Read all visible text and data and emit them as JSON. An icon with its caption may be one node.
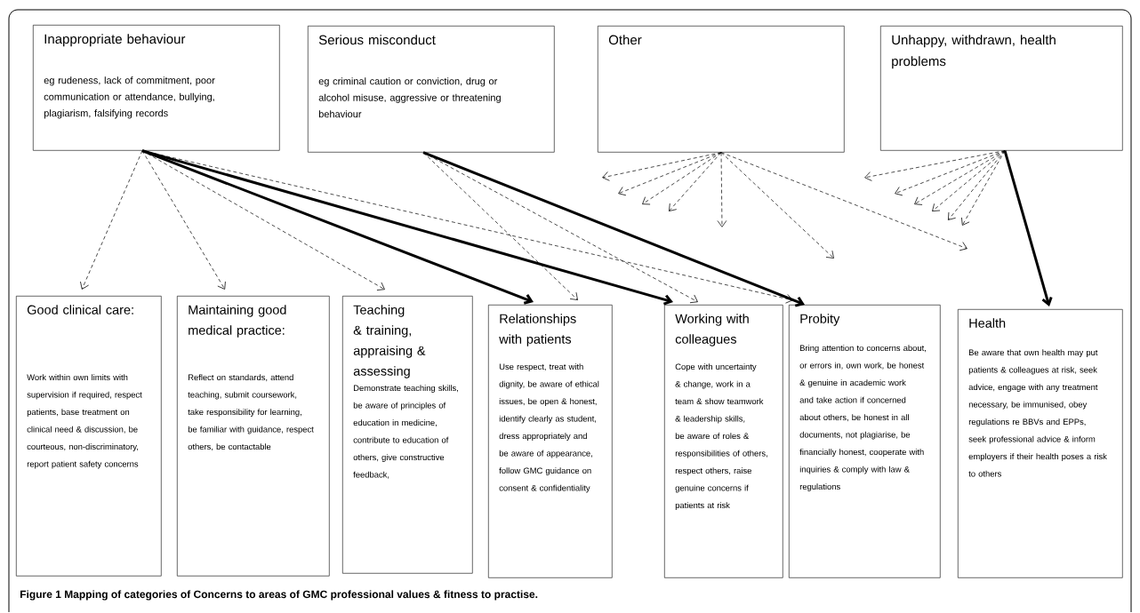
{
  "diagram": {
    "caption": "Figure 1 Mapping of categories of Concerns to areas of GMC professional values & fitness to practise.",
    "nodes": [
      {
        "text": [
          "Inappropriate behaviour",
          "eg rudeness, lack of commitment, poor communication or attendance, bullying, plagiarism, falsifying records"
        ]
      },
      {
        "text": [
          "Serious misconduct",
          "eg criminal caution or conviction, drug or alcohol misuse, aggressive or threatening behaviour"
        ]
      },
      {
        "text": [
          "Other"
        ]
      },
      {
        "text": [
          "Unhappy, withdrawn, health problems"
        ]
      },
      {
        "text": [
          "Good clinical care:",
          "Work within own limits with supervision if required, respect patients, base treatment on clinical need & discussion, be courteous, non-discriminatory, report patient safety concerns"
        ]
      },
      {
        "text": [
          "Maintaining good medical practice:",
          "Reflect on standards, attend teaching, submit coursework, take responsibility for learning, be familiar with guidance, respect others, be contactable"
        ]
      },
      {
        "text": [
          "Teaching & training, appraising & assessing",
          "Demonstrate teaching skills, be aware of principles of education in medicine, contribute to education of others, give constructive feedback,"
        ]
      },
      {
        "text": [
          "Relationships with patients",
          "Use respect, treat with dignity, be aware of ethical issues, be open & honest, identify clearly as student, dress appropriately and be aware of appearance, follow GMC guidance on consent & confidentiality"
        ]
      },
      {
        "text": [
          "Working with colleagues",
          "Cope with uncertainty & change, work in a team & show teamwork & leadership skills, be aware of roles & responsibilities of others, respect others, raise genuine concerns if patients at risk"
        ]
      },
      {
        "text": [
          "Probity",
          "Bring attention to concerns about, or errors in, own work, be honest & genuine in academic work and take action if concerned about others, be honest in all documents, not plagiarise, be financially honest, cooperate with inquiries & comply with law & regulations"
        ]
      },
      {
        "text": [
          "Health",
          "Be aware that own health may put patients & colleagues at risk, seek advice, engage with any treatment necessary, be immunised, obey regulations re BBVs and EPPs, seek professional advice & inform employers if their health poses a risk to others"
        ]
      }
    ],
    "edges": [
      {
        "from": 0,
        "to": 4,
        "arrow": "to",
        "style": "dashed"
      },
      {
        "from": 0,
        "to": 5,
        "arrow": "to",
        "style": "dashed"
      },
      {
        "from": 0,
        "to": 6,
        "arrow": "to",
        "style": "dashed"
      },
      {
        "from": 0,
        "to": 7,
        "arrow": "to",
        "style": "thick"
      },
      {
        "from": 0,
        "to": 8,
        "arrow": "to",
        "style": "thick"
      },
      {
        "from": 0,
        "to": 9,
        "arrow": "to",
        "style": "dashed"
      },
      {
        "from": 1,
        "to": 7,
        "arrow": "to",
        "style": "dashed"
      },
      {
        "from": 1,
        "to": 8,
        "arrow": "to",
        "style": "dashed"
      },
      {
        "from": 1,
        "to": 9,
        "arrow": "to",
        "style": "thick"
      },
      {
        "from": 2,
        "to": null,
        "arrow": "to",
        "style": "dashed"
      },
      {
        "from": 2,
        "to": null,
        "arrow": "to",
        "style": "dashed"
      },
      {
        "from": 2,
        "to": null,
        "arrow": "to",
        "style": "dashed"
      },
      {
        "from": 2,
        "to": null,
        "arrow": "to",
        "style": "dashed"
      },
      {
        "from": 2,
        "to": null,
        "arrow": "to",
        "style": "dashed"
      },
      {
        "from": 2,
        "to": null,
        "arrow": "to",
        "style": "dashed"
      },
      {
        "from": 2,
        "to": null,
        "arrow": "to",
        "style": "dashed"
      },
      {
        "from": 3,
        "to": null,
        "arrow": "to",
        "style": "dashed"
      },
      {
        "from": 3,
        "to": null,
        "arrow": "to",
        "style": "dashed"
      },
      {
        "from": 3,
        "to": null,
        "arrow": "to",
        "style": "dashed"
      },
      {
        "from": 3,
        "to": null,
        "arrow": "to",
        "style": "dashed"
      },
      {
        "from": 3,
        "to": null,
        "arrow": "to",
        "style": "dashed"
      },
      {
        "from": 3,
        "to": null,
        "arrow": "to",
        "style": "dashed"
      },
      {
        "from": 3,
        "to": 10,
        "arrow": "to",
        "style": "thick"
      }
    ]
  }
}
